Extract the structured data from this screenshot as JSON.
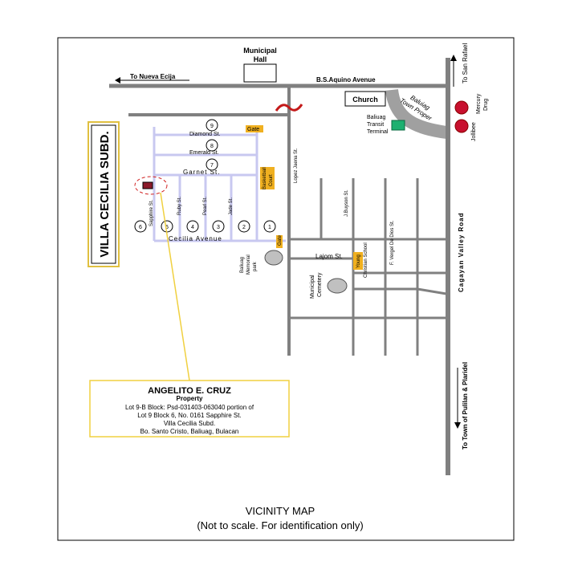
{
  "map": {
    "landmarks": {
      "municipal_hall": [
        "Municipal",
        "Hall"
      ],
      "church": "Church",
      "transit_terminal": [
        "Baliuag",
        "Transit",
        "Terminal"
      ],
      "mercury_drug": [
        "Mercury",
        "Drug"
      ],
      "jollibee": "Jollibee",
      "gate_top": "Gate",
      "gate_bottom": "Gate",
      "basketball_court": [
        "Basketball",
        "Court"
      ],
      "memorial_park": [
        "Baliuag",
        "Memorial",
        "park"
      ],
      "cemetery": [
        "Municipal",
        "Cemetery"
      ],
      "christian_school": [
        "Young",
        "Christian School"
      ]
    },
    "roads": {
      "to_nueva_ecija": "To Nueva Ecija",
      "bs_aquino": "B.S.Aquino Avenue",
      "to_san_rafael": "To San Rafael",
      "town_proper": [
        "Baluiag",
        "Town Proper"
      ],
      "lopez_jaena": "Lopez Jaena St.",
      "cagayan_valley": "Cagayan Valley Road",
      "to_pulilan": "To Town of Pulilan & Plaridel",
      "diamond": "Diamond St.",
      "emerald": "Emerald St.",
      "garnet": "Garnet St.",
      "cecilia": "Cecilia Avenue",
      "sapphire": "Sapphire St.",
      "ruby": "Ruby St.",
      "pearl": "Pearl St.",
      "jade": "Jade St.",
      "lajom": "Lajom St.",
      "buyson": "J.Buyson St.",
      "de_dios": "F. Vergel De Dios St."
    },
    "block_numbers": [
      "9",
      "8",
      "7",
      "6",
      "5",
      "4",
      "3",
      "2",
      "1"
    ],
    "subdivision_name": "VILLA CECILIA SUBD.",
    "property_box": {
      "owner": "ANGELITO E. CRUZ",
      "kind": "Property",
      "lines": [
        "Lot 9-B Block: Psd-031403-063040 portion of",
        "Lot 9 Block 6, No. 0161 Sapphire St.",
        "Villa Cecilia Subd.",
        "Bo. Santo Cristo, Baliuag, Bulacan"
      ]
    },
    "title": "VICINITY MAP",
    "subtitle": "(Not to scale. For identification only)",
    "colors": {
      "road": "#808080",
      "subdivision_road": "#c8c8f0",
      "property": "#8b1a2a",
      "gate": "#f0b020",
      "terminal": "#1db070",
      "jollibee": "#c8102e",
      "callout": "#f0d040",
      "river": "#c41a1a"
    }
  }
}
